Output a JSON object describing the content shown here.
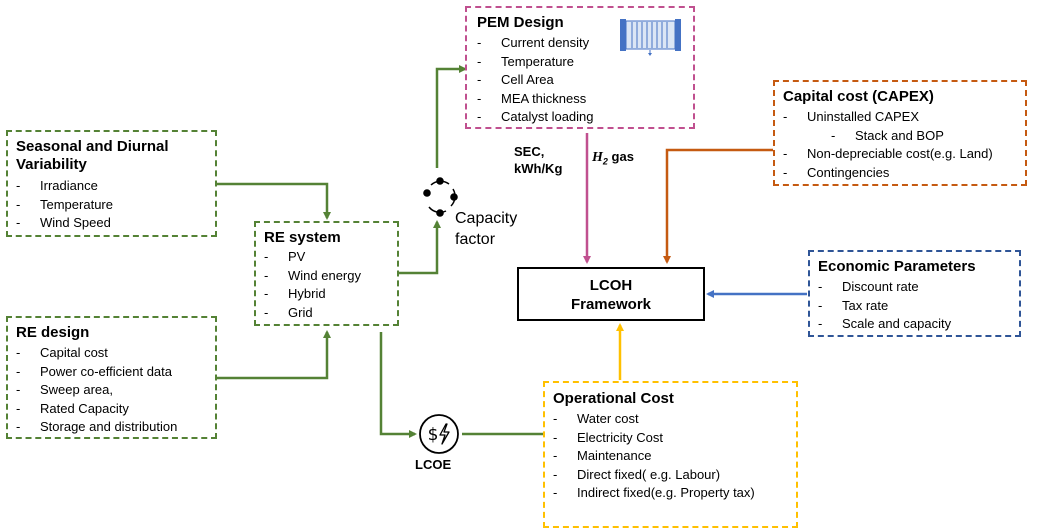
{
  "pem": {
    "title": "PEM Design",
    "items": [
      "Current density",
      "Temperature",
      "Cell Area",
      "MEA thickness",
      "Catalyst loading"
    ]
  },
  "capex": {
    "title": "Capital cost (CAPEX)",
    "items": [
      "Uninstalled CAPEX",
      "Stack and BOP",
      "Non-depreciable cost(e.g. Land)",
      "Contingencies"
    ]
  },
  "seasonal": {
    "title_line1": "Seasonal and Diurnal",
    "title_line2": "Variability",
    "items": [
      "Irradiance",
      "Temperature",
      "Wind Speed"
    ]
  },
  "re_system": {
    "title": "RE system",
    "items": [
      "PV",
      "Wind energy",
      "Hybrid",
      "Grid"
    ]
  },
  "re_design": {
    "title": "RE design",
    "items": [
      "Capital cost",
      "Power co-efficient data",
      "Sweep area,",
      "Rated Capacity",
      "Storage and distribution"
    ]
  },
  "economic": {
    "title": "Economic Parameters",
    "items": [
      "Discount rate",
      "Tax rate",
      "Scale and capacity"
    ]
  },
  "operational": {
    "title": "Operational Cost",
    "items": [
      "Water cost",
      "Electricity Cost",
      "Maintenance",
      "Direct fixed( e.g. Labour)",
      "Indirect fixed(e.g. Property tax)"
    ]
  },
  "lcoh": {
    "line1": "LCOH",
    "line2": "Framework"
  },
  "labels": {
    "sec_line1": "SEC,",
    "sec_line2": "kWh/Kg",
    "h2_symbol": "H",
    "h2_sub": "2",
    "h2_gas": "gas",
    "capacity_line1": "Capacity",
    "capacity_line2": "factor",
    "lcoe": "LCOE"
  },
  "colors": {
    "green": "#548235",
    "pink": "#c0508f",
    "orange": "#c55a11",
    "blue": "#2f5597",
    "yellow": "#ffc000",
    "blue_arrow": "#4472c4",
    "stack_blue": "#4472c4"
  }
}
